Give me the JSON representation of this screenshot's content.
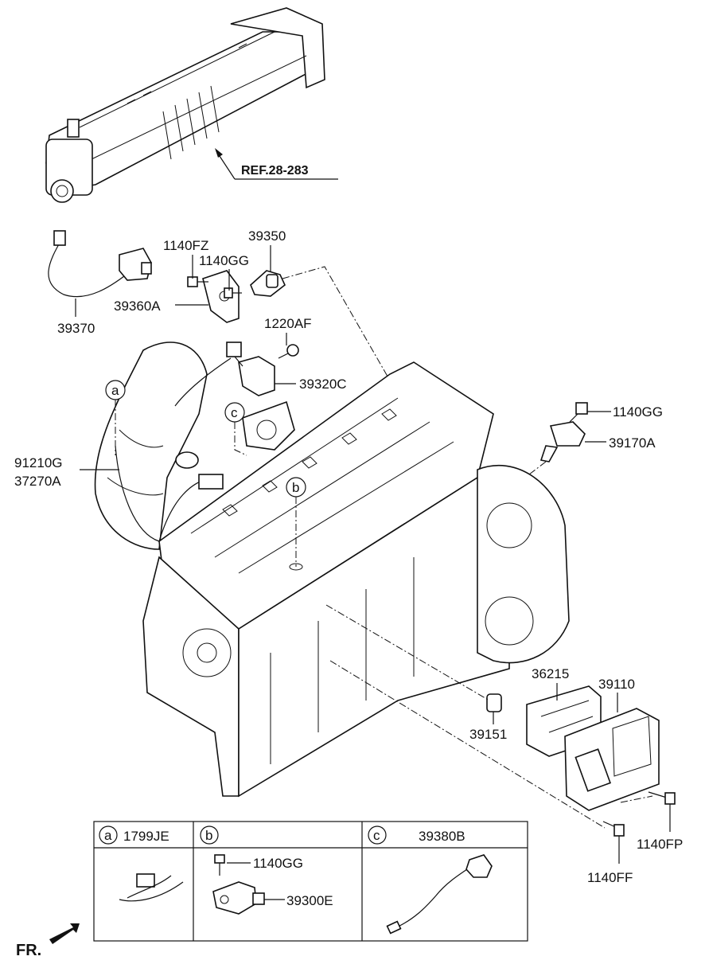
{
  "labels": {
    "ref": "REF.28-283",
    "p1140FZ": "1140FZ",
    "p39350": "39350",
    "p1140GG_top": "1140GG",
    "p39360A": "39360A",
    "p39370": "39370",
    "p1220AF": "1220AF",
    "p39320C": "39320C",
    "p1140GG_right": "1140GG",
    "p39170A": "39170A",
    "p91210G": "91210G",
    "p37270A": "37270A",
    "p36215": "36215",
    "p39110": "39110",
    "p39151": "39151",
    "p1140FP": "1140FP",
    "p1140FF": "1140FF",
    "callout_a": "a",
    "callout_b": "b",
    "callout_c": "c",
    "fr": "FR."
  },
  "legend": {
    "a_letter": "a",
    "a_part": "1799JE",
    "b_letter": "b",
    "c_letter": "c",
    "c_part": "39380B",
    "b_bolt": "1140GG",
    "b_sensor": "39300E"
  }
}
